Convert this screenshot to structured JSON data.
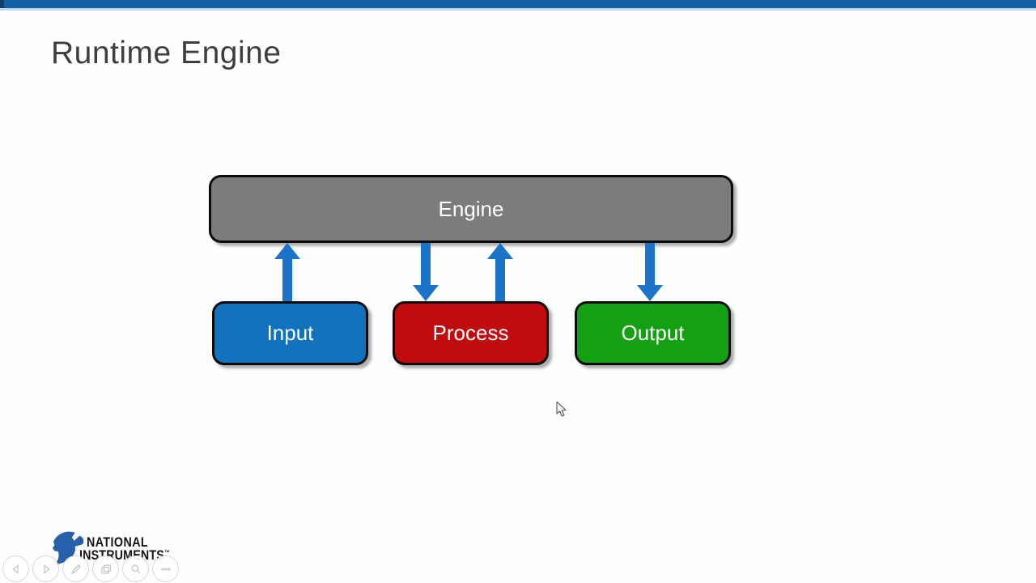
{
  "chrome": {
    "top_bar_color": "#1161a5",
    "top_bar_accent_color": "#bcd9ec"
  },
  "slide": {
    "title": "Runtime Engine",
    "diagram": {
      "engine": {
        "label": "Engine",
        "color": "#7c7c7c"
      },
      "nodes": [
        {
          "id": "input",
          "label": "Input",
          "color": "#1173be"
        },
        {
          "id": "process",
          "label": "Process",
          "color": "#c00b0f"
        },
        {
          "id": "output",
          "label": "Output",
          "color": "#13a013"
        }
      ],
      "arrow_color": "#1b74c8",
      "arrows": [
        {
          "from": "Input",
          "to": "Engine",
          "direction": "up"
        },
        {
          "from": "Engine",
          "to": "Process",
          "direction": "down"
        },
        {
          "from": "Process",
          "to": "Engine",
          "direction": "up"
        },
        {
          "from": "Engine",
          "to": "Output",
          "direction": "down"
        }
      ]
    }
  },
  "footer": {
    "logo": {
      "line1": "NATIONAL",
      "line2": "INSTRUMENTS",
      "trademark": "™",
      "eagle_color": "#2660a8"
    },
    "player_controls": [
      {
        "name": "previous"
      },
      {
        "name": "play"
      },
      {
        "name": "edit"
      },
      {
        "name": "slides"
      },
      {
        "name": "search"
      },
      {
        "name": "more"
      }
    ]
  }
}
